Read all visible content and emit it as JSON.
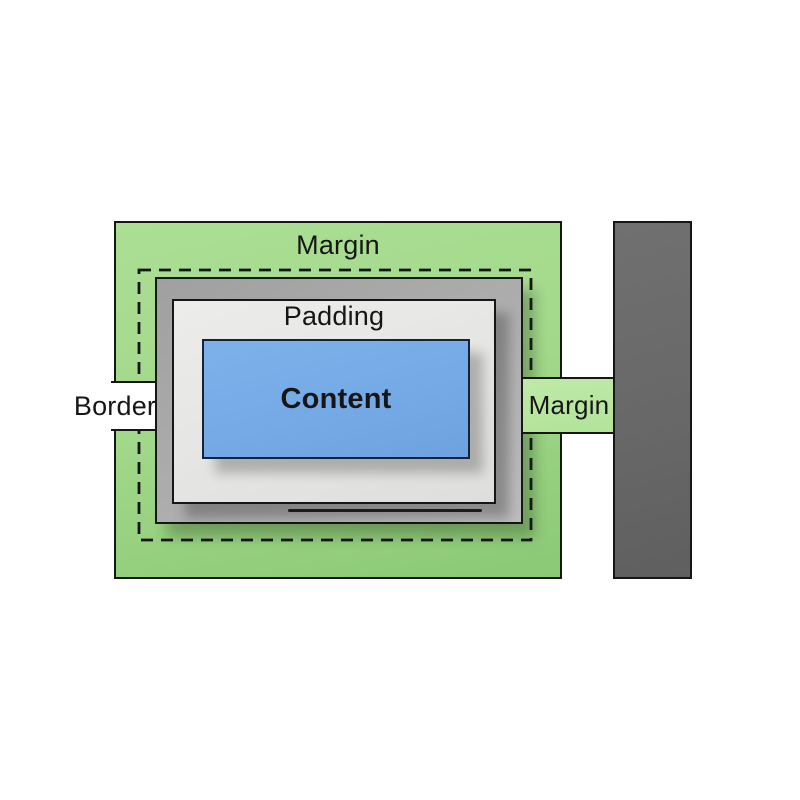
{
  "diagram": {
    "type": "css-box-model",
    "labels": {
      "margin_top": "Margin",
      "padding": "Padding",
      "content": "Content",
      "border_left": "Border",
      "margin_right": "Margin"
    },
    "colors": {
      "margin_green": "#a3d98b",
      "margin_green_dark": "#8bc976",
      "margin_tab_green": "#b7e6a0",
      "border_gray": "#ababab",
      "padding_gray": "#e6e6e4",
      "content_blue": "#74a9e5",
      "adjacent_bar_gray": "#686868",
      "outline_black": "#161616",
      "background": "#ffffff"
    }
  }
}
